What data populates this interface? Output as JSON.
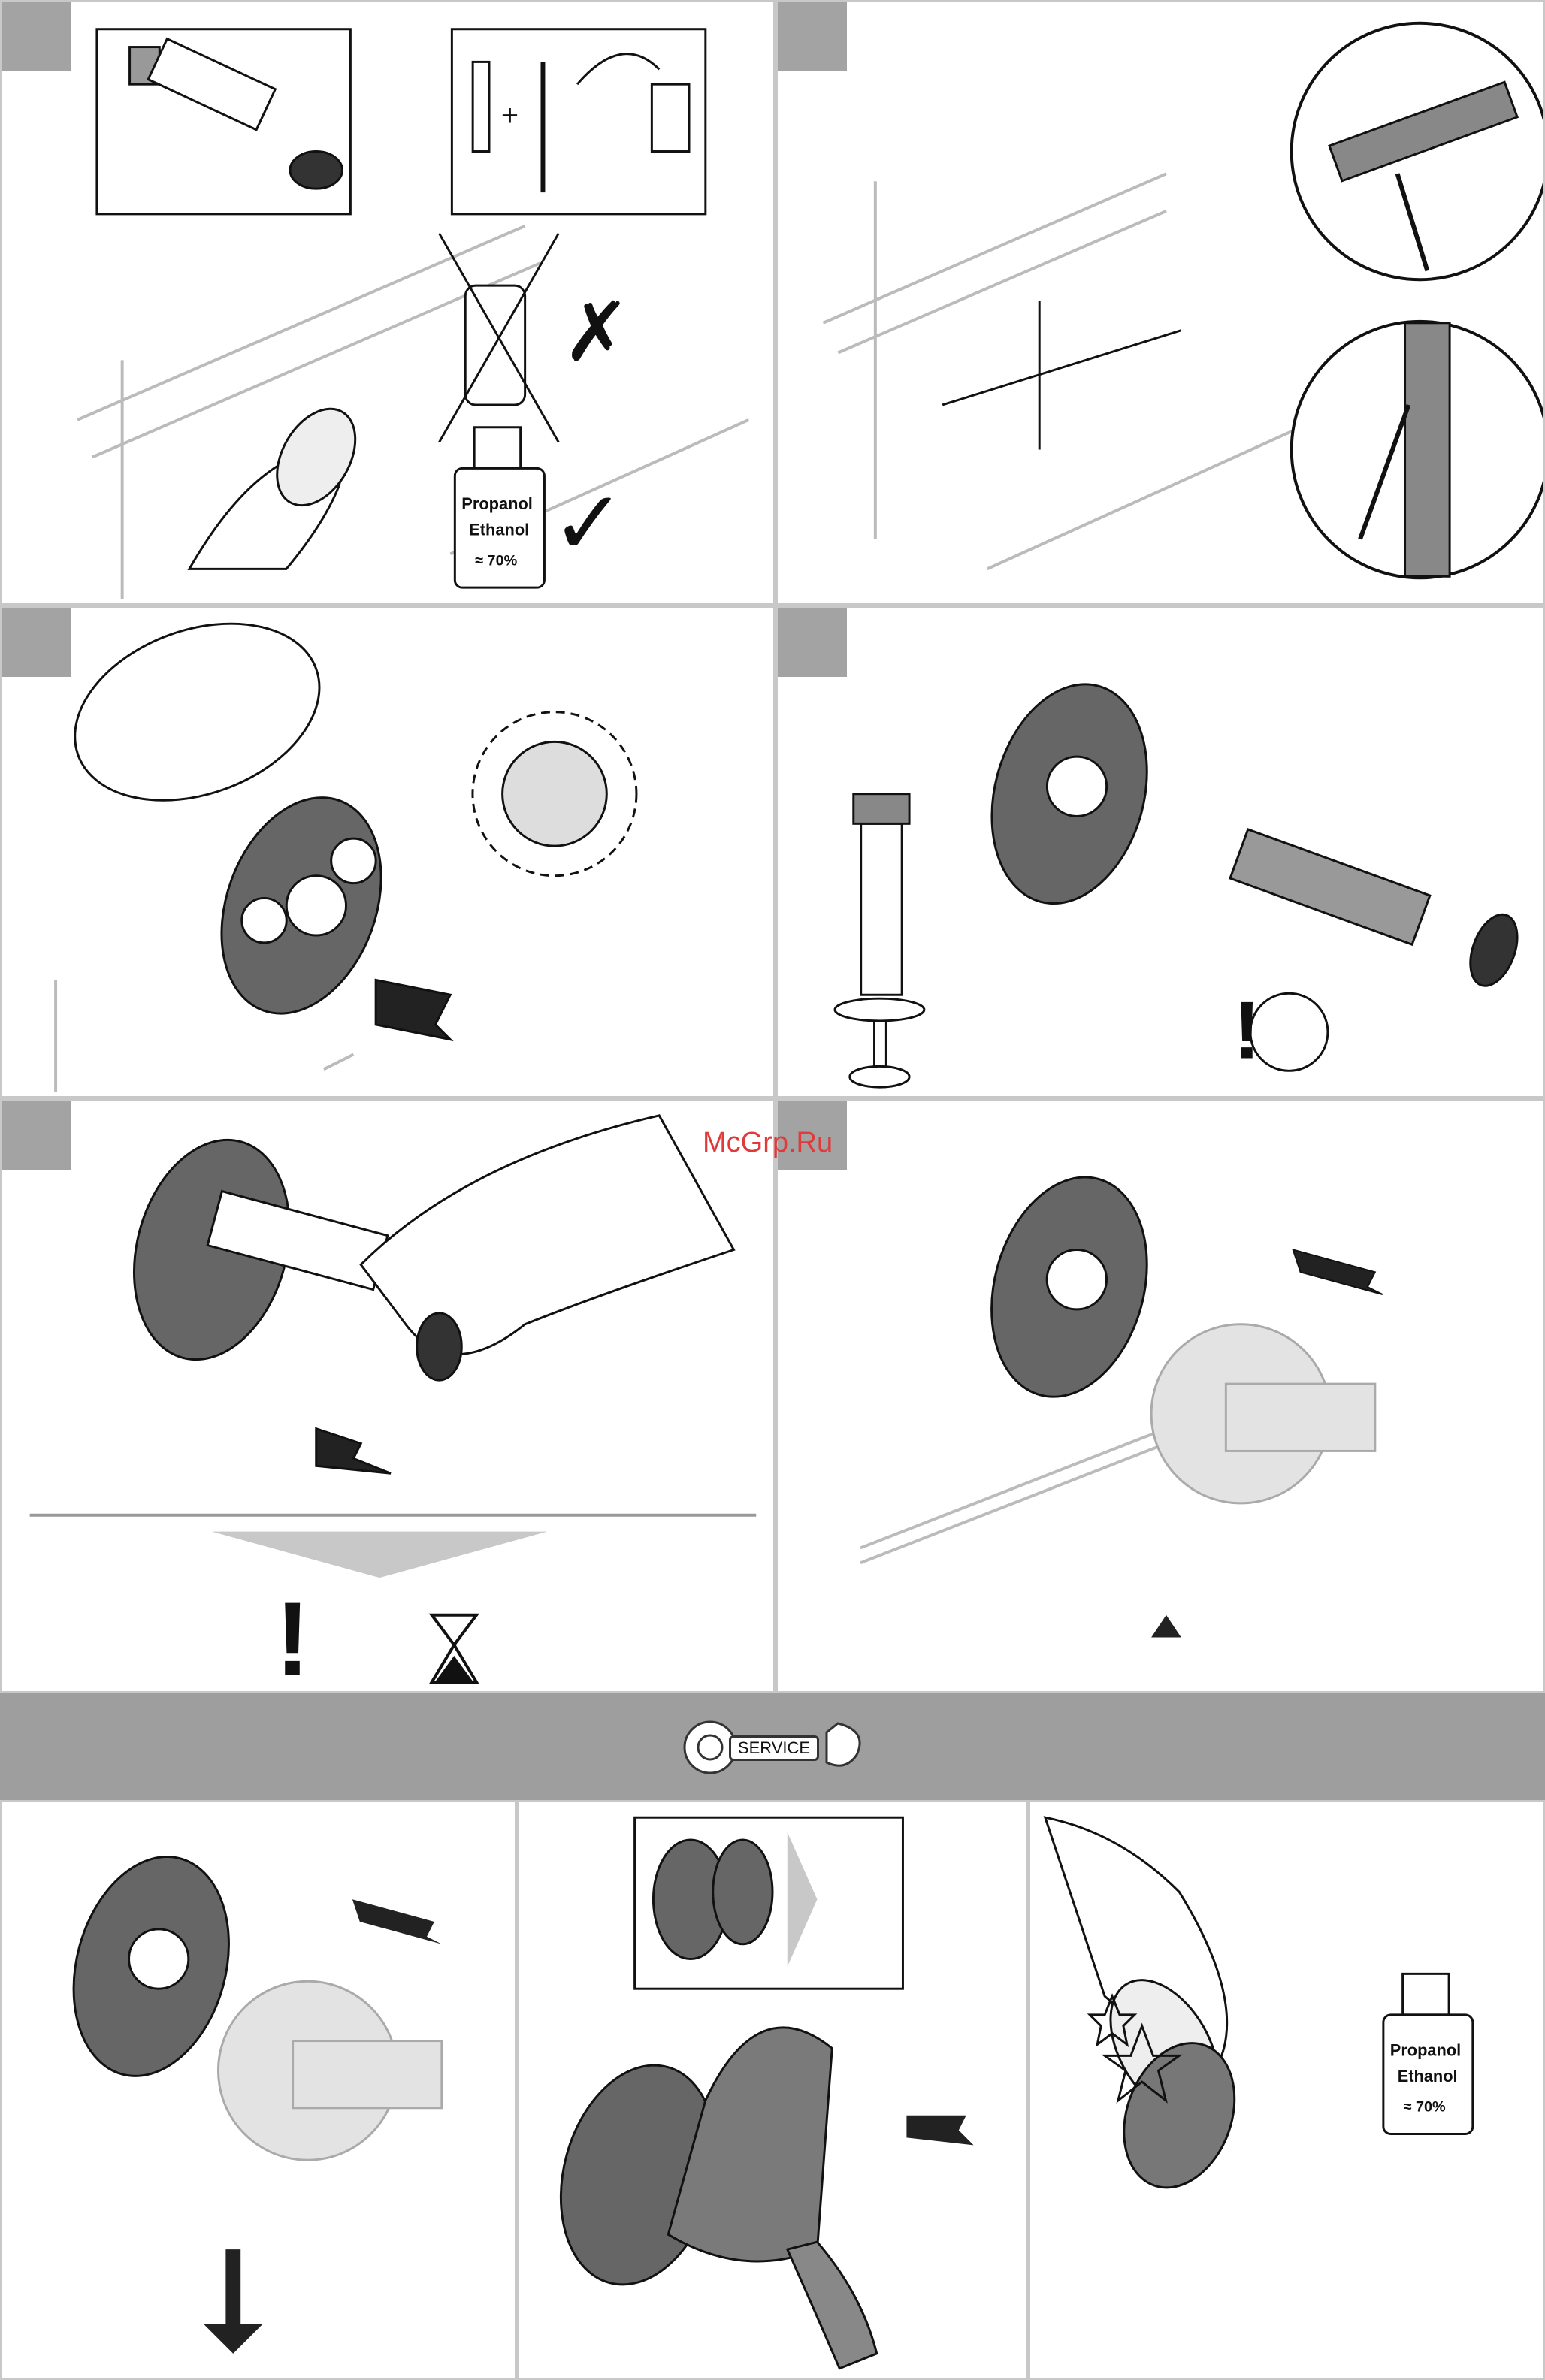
{
  "watermark": "McGrp.Ru",
  "service_label": "SERVICE",
  "bottle_top_right": {
    "line1": "Propanol",
    "line2": "Ethanol",
    "line3": "≈ 70%"
  },
  "bottle_bottom_right": {
    "line1": "Propanol",
    "line2": "Ethanol",
    "line3": "≈ 70%"
  },
  "colors": {
    "tab": "#a3a3a3",
    "band": "#9e9e9e",
    "line": "#111111",
    "ghost": "#d9d9d9",
    "dark_part": "#777777"
  }
}
